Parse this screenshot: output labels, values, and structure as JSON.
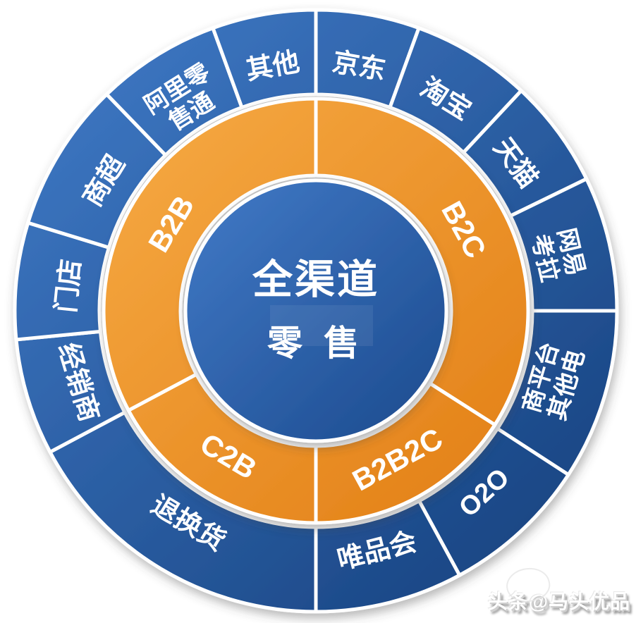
{
  "diagram": {
    "center": {
      "title_line1": "全渠道",
      "title_line2": "零 售"
    },
    "middle_ring": [
      {
        "label": "B2C",
        "start": 0,
        "end": 122.5
      },
      {
        "label": "B2B2C",
        "start": 122.5,
        "end": 180
      },
      {
        "label": "C2B",
        "start": 180,
        "end": 242
      },
      {
        "label": "B2B",
        "start": 242,
        "end": 360
      }
    ],
    "outer_ring": [
      {
        "label": "京东",
        "lines": [
          "京东"
        ],
        "start": 0,
        "end": 20
      },
      {
        "label": "淘宝",
        "lines": [
          "淘宝"
        ],
        "start": 20,
        "end": 43
      },
      {
        "label": "天猫",
        "lines": [
          "天猫"
        ],
        "start": 43,
        "end": 64
      },
      {
        "label": "网易考拉",
        "lines": [
          "网易",
          "考拉"
        ],
        "start": 64,
        "end": 90
      },
      {
        "label": "其他电商平台",
        "lines": [
          "其他电",
          "商平台"
        ],
        "start": 90,
        "end": 123
      },
      {
        "label": "O2O",
        "lines": [
          "O2O"
        ],
        "start": 123,
        "end": 151.5
      },
      {
        "label": "唯品会",
        "lines": [
          "唯品会"
        ],
        "start": 151.5,
        "end": 180
      },
      {
        "label": "退换货",
        "lines": [
          "退换货"
        ],
        "start": 180,
        "end": 242
      },
      {
        "label": "经销商",
        "lines": [
          "经销商"
        ],
        "start": 242,
        "end": 264.5
      },
      {
        "label": "门店",
        "lines": [
          "门店"
        ],
        "start": 264.5,
        "end": 287
      },
      {
        "label": "商超",
        "lines": [
          "商超"
        ],
        "start": 287,
        "end": 316
      },
      {
        "label": "阿里零售通",
        "lines": [
          "阿里零",
          "售通"
        ],
        "start": 316,
        "end": 340
      },
      {
        "label": "其他",
        "lines": [
          "其他"
        ],
        "start": 340,
        "end": 360
      }
    ],
    "colors": {
      "blue_light": "#3e78c4",
      "blue_dark": "#17427f",
      "orange_light": "#f9b04a",
      "orange_dark": "#df780e",
      "center_light": "#3e76c2",
      "center_dark": "#1d4c90",
      "label_text": "#ffffff"
    }
  },
  "watermark": {
    "text": "头条@马头优品"
  }
}
